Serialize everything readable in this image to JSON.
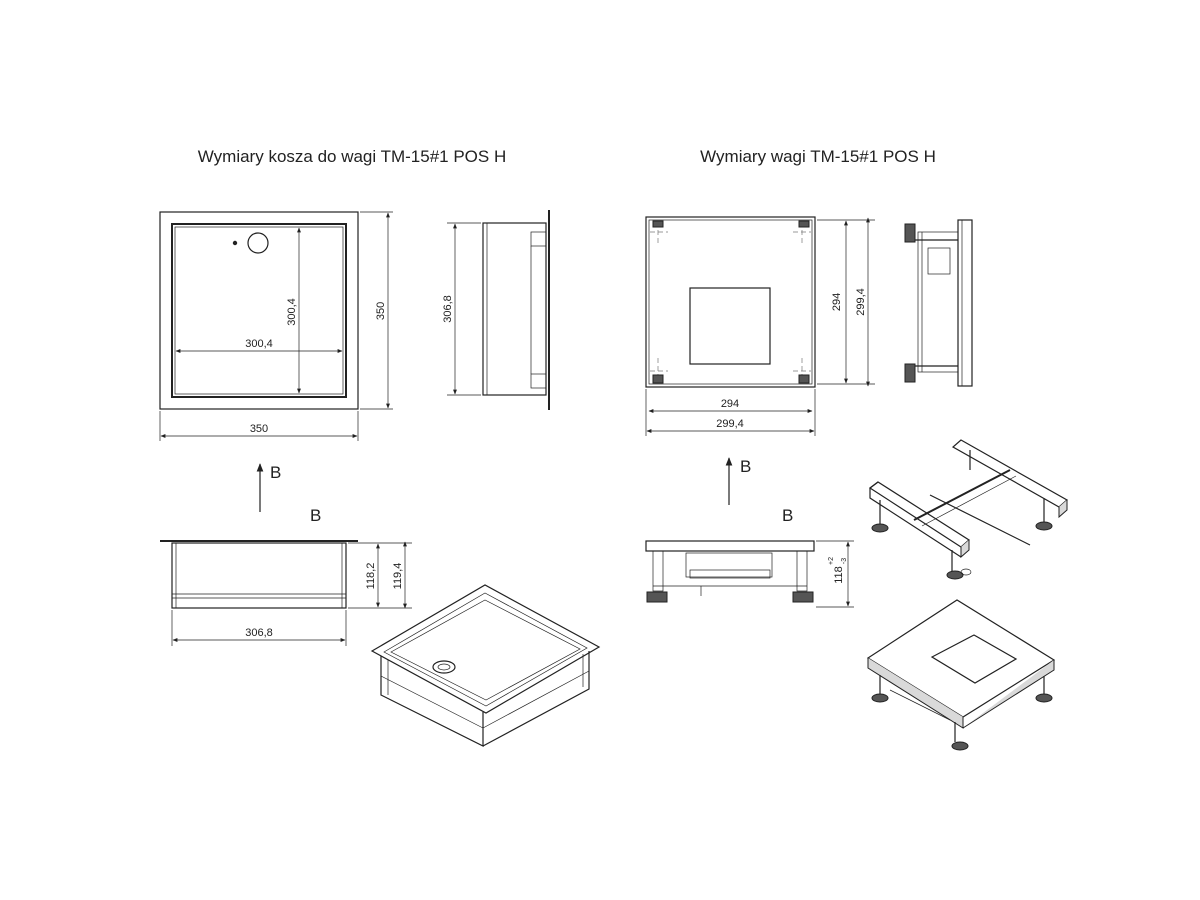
{
  "titles": {
    "basket": "Wymiary kosza do wagi TM-15#1 POS H",
    "scale": "Wymiary wagi TM-15#1 POS H"
  },
  "view_labels": {
    "arrow_label": "B",
    "view_label": "B"
  },
  "basket_dims": {
    "inner_vertical": "300,4",
    "inner_horizontal": "300,4",
    "outer_vertical": "350",
    "outer_horizontal": "350",
    "side_height": "306,8",
    "front_width": "306,8",
    "front_height_inner": "118,2",
    "front_height_outer": "119,4"
  },
  "scale_dims": {
    "vertical_inner": "294",
    "vertical_outer": "299,4",
    "horizontal_inner": "294",
    "horizontal_outer": "299,4",
    "height": "118",
    "tol_plus": "+2",
    "tol_minus": "-3"
  }
}
